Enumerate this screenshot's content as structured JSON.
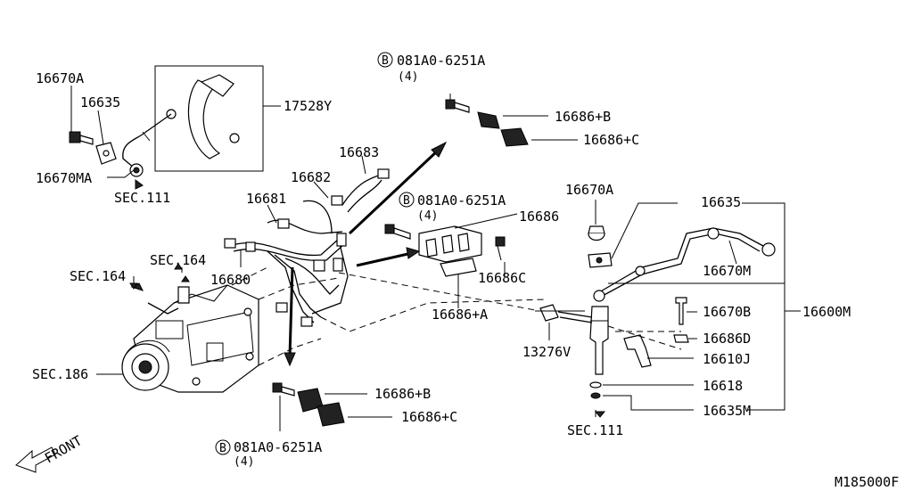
{
  "labels": {
    "p16670A_top": "16670A",
    "p16635_top": "16635",
    "p17528Y": "17528Y",
    "p16670MA": "16670MA",
    "sec111_top": "SEC.111",
    "bolt_a_code": "081A0-6251A",
    "bolt_a_qty": "(4)",
    "p16686B_top": "16686+B",
    "p16686C_top": "16686+C",
    "p16683": "16683",
    "p16682": "16682",
    "p16681": "16681",
    "bolt_b_code": "081A0-6251A",
    "bolt_b_qty": "(4)",
    "p16686": "16686",
    "sec164_right": "SEC.164",
    "sec164_left": "SEC.164",
    "p16680": "16680",
    "p16686C_mid": "16686C",
    "p16686A": "16686+A",
    "sec186": "SEC.186",
    "p16686B_bot": "16686+B",
    "p16686C_bot": "16686+C",
    "bolt_c_code": "081A0-6251A",
    "bolt_c_qty": "(4)",
    "front": "FRONT",
    "p16670A_right": "16670A",
    "p16635_right": "16635",
    "p16670M": "16670M",
    "p16600M": "16600M",
    "p16670B": "16670B",
    "p13276V": "13276V",
    "p16686D": "16686D",
    "p16610J": "16610J",
    "p16618": "16618",
    "p16635M": "16635M",
    "sec111_bottom": "SEC.111",
    "bolt_symbol": "B",
    "drawing_number": "M185000F"
  }
}
